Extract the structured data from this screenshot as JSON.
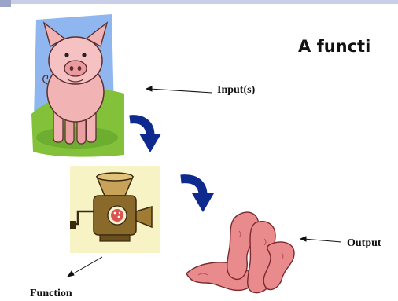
{
  "slide": {
    "title": "A functi",
    "labels": {
      "input": "Input(s)",
      "output": "Output",
      "function": "Function"
    }
  },
  "icons": [
    "pig-clipart",
    "meat-grinder-clipart",
    "sausages-clipart",
    "curved-arrow-icon"
  ],
  "colors": {
    "arrow_blue": "#0e2a8f",
    "sky_blue": "#8fb6ee",
    "grass_green": "#84c13a",
    "pig_pink": "#f2b3b5",
    "grinder_brown": "#8a6a2a",
    "grinder_bg": "#f7f3c4",
    "sausage_pink": "#e98a8d"
  }
}
